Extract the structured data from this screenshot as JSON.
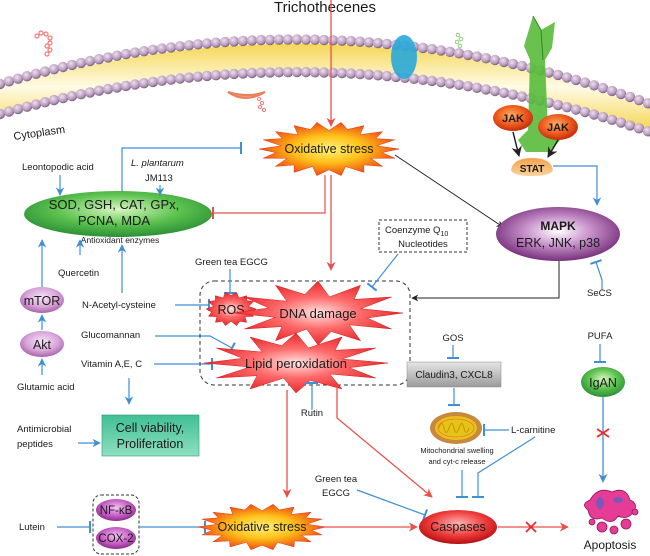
{
  "title": "Trichothecenes",
  "membrane": {
    "cytoplasm_label": "Cytoplasm"
  },
  "signaling": {
    "jak1": "JAK",
    "jak2": "JAK",
    "stat": "STAT"
  },
  "nodes": {
    "oxidative_stress_top": "Oxidative stress",
    "oxidative_stress_bottom": "Oxidative stress",
    "antioxidant_line1": "SOD, GSH, CAT, GPx,",
    "antioxidant_line2": "PCNA, MDA",
    "antioxidant_caption": "Antioxidant enzymes",
    "mapk_title": "MAPK",
    "mapk_sub": "ERK, JNK, p38",
    "mtor": "mTOR",
    "akt": "Akt",
    "ros": "ROS",
    "dna_damage": "DNA damage",
    "lipid_peroxidation": "Lipid peroxidation",
    "cell_viability_line1": "Cell viability,",
    "cell_viability_line2": "Proliferation",
    "claudin": "Claudin3, CXCL8",
    "mito_caption_line1": "Mitochondrial swelling",
    "mito_caption_line2": "and cyt-c release",
    "igan": "IgAN",
    "nfkb": "NF-κB",
    "cox2": "COX-2",
    "caspases": "Caspases",
    "apoptosis": "Apoptosis"
  },
  "agents": {
    "leontopodic_acid": "Leontopodic acid",
    "l_plantarum": "L. plantarum",
    "jm113": "JM113",
    "quercetin": "Quercetin",
    "nac": "N-Acetyl-cysteine",
    "glucomannan": "Glucomannan",
    "vitamins": "Vitamin A,E, C",
    "glutamic_acid": "Glutamic acid",
    "antimicrobial_line1": "Antimicrobial",
    "antimicrobial_line2": "peptides",
    "green_tea_top": "Green tea EGCG",
    "coq10_prefix": "Coenzyme Q",
    "coq10_sub": "10",
    "nucleotides": "Nucleotides",
    "secs": "SeCS",
    "gos": "GOS",
    "pufa": "PUFA",
    "l_carnitine": "L-carnitine",
    "rutin": "Rutin",
    "green_tea_bottom_line1": "Green tea",
    "green_tea_bottom_line2": "EGCG",
    "lutein": "Lutein"
  },
  "colors": {
    "activation_red": "#e8504a",
    "inhibition_blue": "#3f8fd6",
    "pathway_black": "#222222",
    "membrane_head": "#c9aecb",
    "membrane_tail": "#f6e58a",
    "enzyme_green": "#3fae49",
    "mapk_purple": "#7a2a7e",
    "jak_orange": "#e8601f"
  }
}
